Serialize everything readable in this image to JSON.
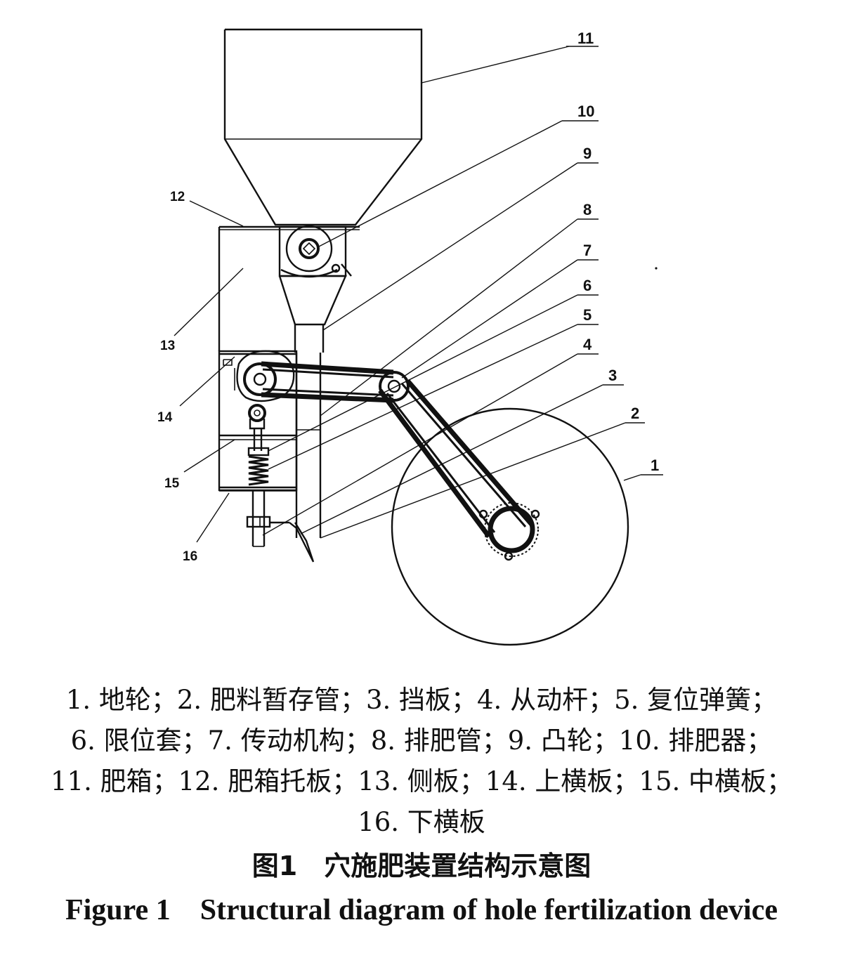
{
  "callouts": {
    "c1": "1",
    "c2": "2",
    "c3": "3",
    "c4": "4",
    "c5": "5",
    "c6": "6",
    "c7": "7",
    "c8": "8",
    "c9": "9",
    "c10": "10",
    "c11": "11",
    "c12": "12",
    "c13": "13",
    "c14": "14",
    "c15": "15",
    "c16": "16"
  },
  "legend": {
    "line1": "1. 地轮；2. 肥料暂存管；3. 挡板；4. 从动杆；5. 复位弹簧；",
    "line2": "6. 限位套；7. 传动机构；8. 排肥管；9. 凸轮；10. 排肥器；",
    "line3": "11. 肥箱；12. 肥箱托板；13. 侧板；14. 上横板；15. 中横板；",
    "line4": "16. 下横板"
  },
  "caption": {
    "title_cn": "图1　穴施肥装置结构示意图",
    "title_en": "Figure 1　Structural diagram of hole fertilization device"
  },
  "colors": {
    "ink": "#111111",
    "background": "#ffffff"
  }
}
